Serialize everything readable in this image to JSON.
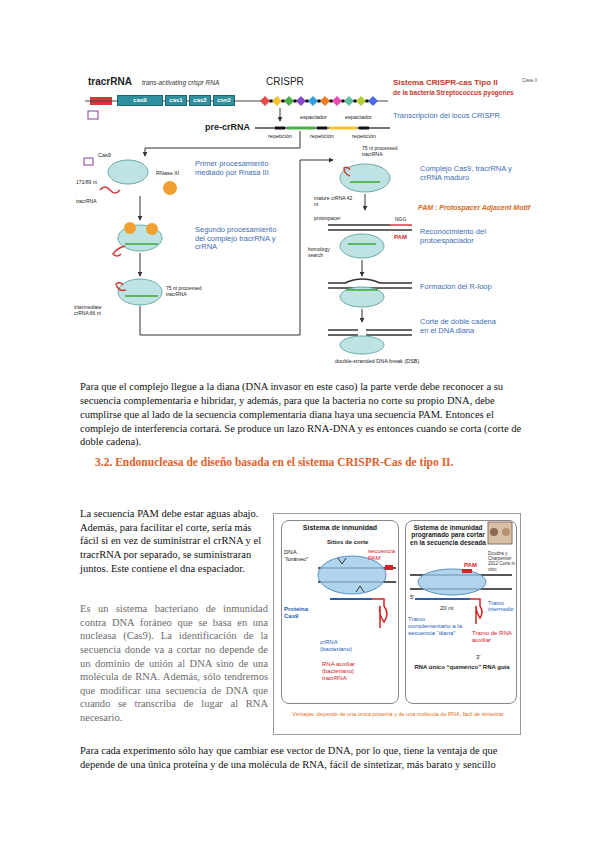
{
  "diagram": {
    "title": "3.2. Endonucleasa de diseño basada en el sistema CRISPR-Cas de tipo II.",
    "nodes": [
      {
        "text": [
          "cas9"
        ]
      },
      {
        "text": [
          "cas1"
        ]
      },
      {
        "text": [
          "cas2"
        ]
      },
      {
        "text": [
          "csn2"
        ]
      },
      {
        "text": [
          "Ventajas: depende de una única proteína y de una molécula de RNA, fácil de sintetizar"
        ]
      },
      {
        "text": [
          "Sistema de inmunidad",
          "Sitios de corte",
          "DNA “foráneo”",
          "secuencia PAM",
          "Proteína Cas9",
          "crRNA (bacteriano)",
          "RNA auxiliar (bacteriano) tracrRNA"
        ],
        "in": 4
      },
      {
        "text": [
          "Sistema de inmunidad programado para cortar en la secuencia deseada",
          "PAM",
          "Doudna y Charpentier 2012 Corte in vitro",
          "20 nt",
          "Tramo intermedio",
          "Tramo complementario a la secuencia “diana”",
          "Tramo de RNA auxiliar",
          "5'",
          "3'",
          "RNA único “quimérico” RNA guía"
        ],
        "in": 4
      }
    ],
    "labels": [
      "tracrRNA",
      "trans-activating crispr RNA",
      "CRISPR",
      "Sistema CRISPR-cas Tipo II",
      "Clase II",
      "de la bacteria Streptococcus pyogenes",
      "Transcripción del locus CRISPR",
      "pre-crRNA",
      "espaciador",
      "espaciador",
      "repetición",
      "repetición",
      "repetición",
      "Cas9",
      "RNase III",
      "Primer procesamiento mediado por Rnasa III",
      "171/89 nt",
      "tracrRNA",
      "Segundo procesamiento del complejo tracrRNA y crRNA",
      "75 nt processed tracrRNA",
      "intermediate crRNA 66 nt",
      "75 nt processed tracrRNA",
      "Complejo Cas9, tracrRNA y crRNA maduro",
      "mature crRNA 42 nt",
      "PAM : Protospacer Adjacent Motif",
      "protospacer",
      "NGG",
      "PAM",
      "homology search",
      "Reconocimiento del protoespaciador",
      "Formación del R-loop",
      "Corte de doble cadena en el DNA diana",
      "double-stranded DNA break (DSB)",
      "Para que el complejo llegue a la diana (DNA invasor en este caso) la parte verde debe reconocer a su secuencia complementaria e hibridar, y además, para que la bacteria no corte su propio DNA, debe cumplirse que al lado de la secuencia complementaria diana haya una secuencia PAM. Entonces el complejo de interferencia cortará. Se produce un lazo RNA-DNA y es entonces cuando se corta (corte de doble cadena).",
      "La secuencia PAM debe estar aguas abajo. Además, para facilitar el corte, sería más fácil si en vez de suministrar el crRNA y el tracrRNA por separado, se suministraran juntos. Este contiene el dna espaciador.",
      "Es un sistema bacteriano de inmunidad contra DNA foráneo que se basa en una nucleasa (Cas9). La identificación de la secuencia donde va a cortar no depende de un dominio de unión al DNA sino de una molécula de RNA. Además, sólo tendremos que modificar una secuencia de DNA que cuando se transcriba de lugar al RNA necesario.",
      "Para cada experimento sólo hay que cambiar ese vector de DNA, por lo que, tiene la ventaja de que depende de una única proteína y de una molécula de RNA, fácil de sintetizar, más barato y sencillo"
    ]
  }
}
